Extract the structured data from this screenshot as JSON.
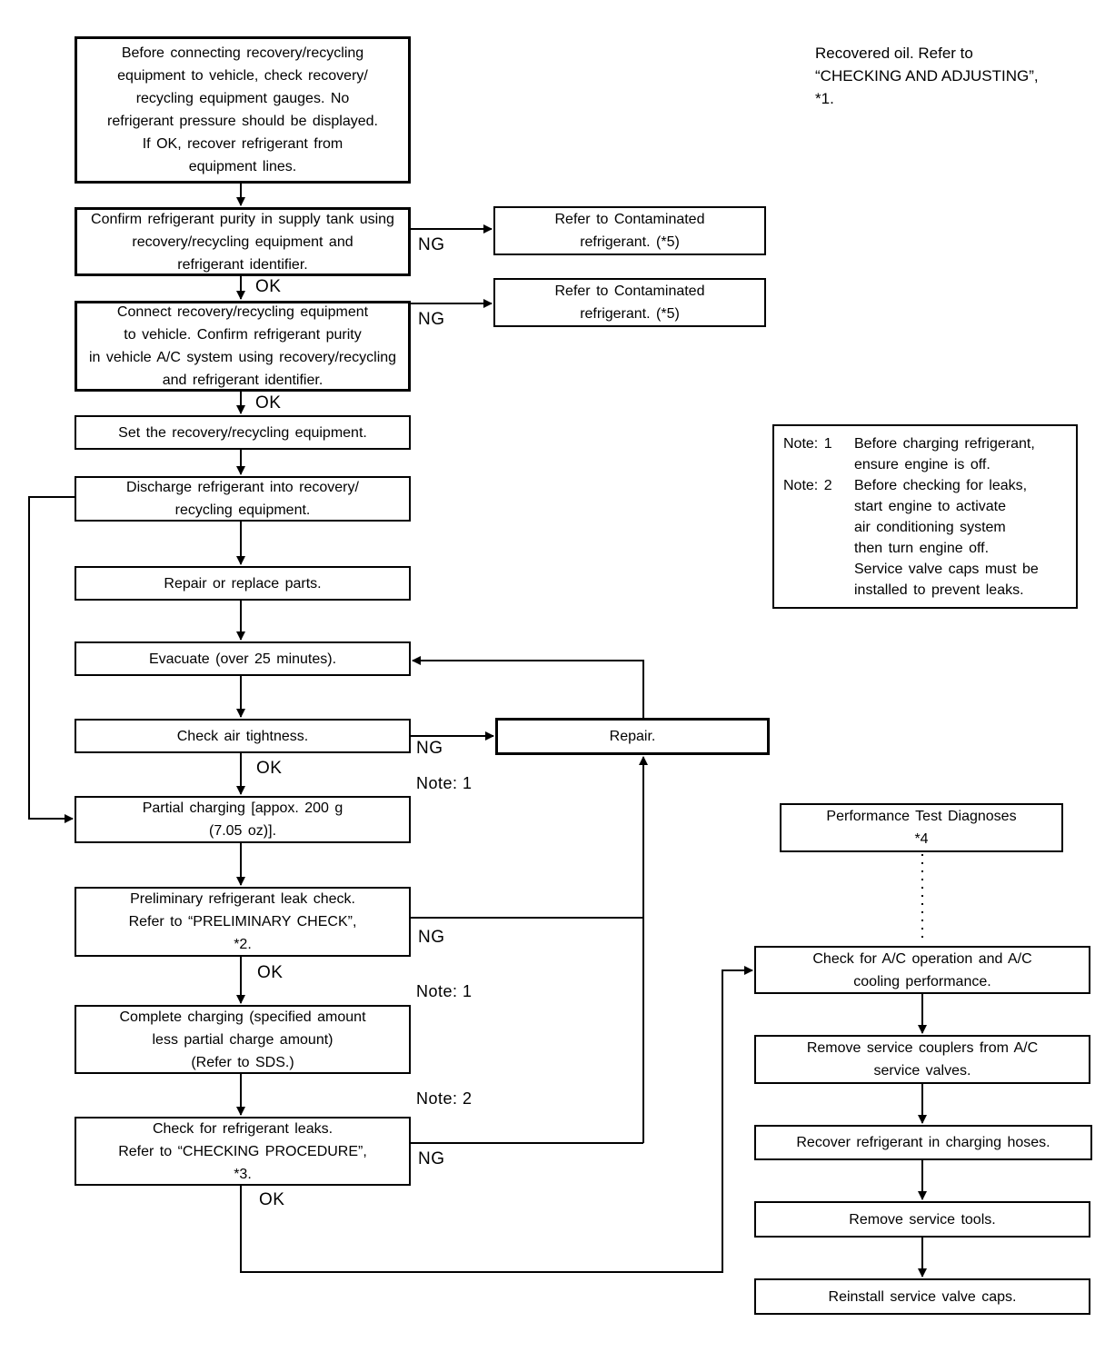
{
  "corner_note": "Recovered oil. Refer to\n“CHECKING AND ADJUSTING”,\n*1.",
  "labels": {
    "ok": "OK",
    "ng": "NG",
    "note1": "Note: 1",
    "note2": "Note: 2"
  },
  "flow_left": {
    "check_gauges": "Before connecting recovery/recycling\nequipment to vehicle, check recovery/\nrecycling equipment gauges. No\nrefrigerant pressure should be displayed.\nIf OK, recover refrigerant from\nequipment lines.",
    "confirm_purity_tank": "Confirm refrigerant purity in supply tank using\nrecovery/recycling equipment and\nrefrigerant identifier.",
    "connect_confirm_vehicle": "Connect recovery/recycling equipment\nto vehicle. Confirm refrigerant purity\nin vehicle A/C system using recovery/recycling\nand refrigerant identifier.",
    "set_equipment": "Set the recovery/recycling equipment.",
    "discharge": "Discharge refrigerant into recovery/\nrecycling equipment.",
    "repair_replace": "Repair or replace parts.",
    "evacuate": "Evacuate (over 25 minutes).",
    "air_tightness": "Check air tightness.",
    "partial_charging": "Partial charging [appox. 200 g\n(7.05 oz)].",
    "preliminary_check": "Preliminary refrigerant leak check.\nRefer to “PRELIMINARY CHECK”,\n*2.",
    "complete_charging": "Complete charging (specified amount\nless partial charge amount)\n(Refer to SDS.)",
    "leak_check": "Check for refrigerant leaks.\nRefer to “CHECKING PROCEDURE”,\n*3."
  },
  "flow_side": {
    "contaminated_1": "Refer to Contaminated\nrefrigerant. (*5)",
    "contaminated_2": "Refer to Contaminated\nrefrigerant. (*5)",
    "repair": "Repair.",
    "performance_test": "Performance Test Diagnoses\n*4"
  },
  "note_box": {
    "notes": [
      {
        "label": "Note: 1",
        "text": "Before charging refrigerant,\nensure engine is off."
      },
      {
        "label": "Note: 2",
        "text": "Before checking for leaks,\nstart engine to activate\nair conditioning system\nthen turn engine off.\nService valve caps must be\ninstalled to prevent leaks."
      }
    ]
  },
  "flow_right": {
    "check_ac_operation": "Check for A/C operation and A/C\ncooling performance.",
    "remove_couplers": "Remove service couplers from A/C\nservice valves.",
    "recover_hoses": "Recover refrigerant in charging hoses.",
    "remove_tools": "Remove service tools.",
    "reinstall_caps": "Reinstall service valve caps."
  }
}
